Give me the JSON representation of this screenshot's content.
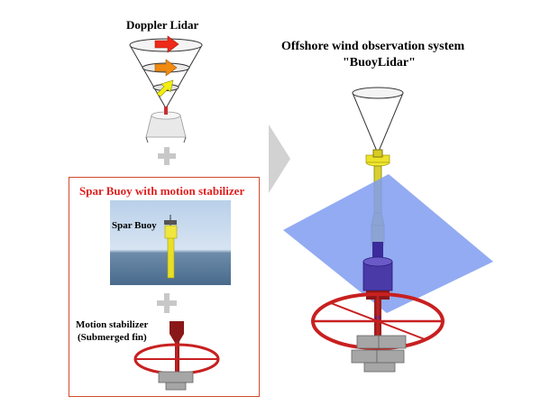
{
  "lidar": {
    "title": "Doppler Lidar"
  },
  "system": {
    "title_line1": "Offshore wind observation system",
    "title_line2": "\"BuoyLidar\""
  },
  "spar": {
    "title": "Spar Buoy with motion stabilizer",
    "photo_label": "Spar Buoy",
    "stabilizer_line1": "Motion stabilizer",
    "stabilizer_line2": "(Submerged fin)"
  },
  "colors": {
    "spar_title": "#e02020",
    "box_border": "#d04a2a",
    "sea_plane": "#7f9cf0",
    "buoy_yellow": "#e6e020",
    "ring_red": "#c82020",
    "hull_purple": "#3a2a9a",
    "block_gray": "#a6a6a6",
    "arrow_red": "#ee2a1a",
    "arrow_orange": "#f08a10",
    "arrow_yellow": "#f2ee10"
  }
}
